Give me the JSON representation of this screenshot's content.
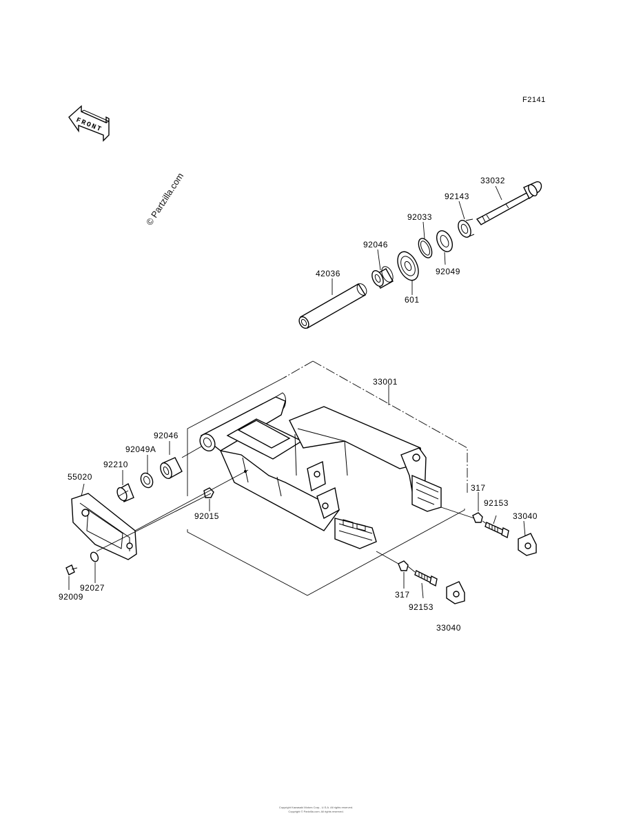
{
  "figure_code": "F2141",
  "watermark": "© Partzilla.com",
  "front_arrow_label": "FRONT",
  "parts": {
    "p33032": "33032",
    "p92143": "92143",
    "p92033": "92033",
    "p92046_top": "92046",
    "p92049": "92049",
    "p42036": "42036",
    "p601": "601",
    "p33001": "33001",
    "p92046_left": "92046",
    "p92049A": "92049A",
    "p92210": "92210",
    "p55020": "55020",
    "p92015": "92015",
    "p317_right": "317",
    "p92153_right": "92153",
    "p33040_right": "33040",
    "p92027": "92027",
    "p92009": "92009",
    "p317_bottom": "317",
    "p92153_bottom": "92153",
    "p33040_bottom": "33040"
  },
  "footer_lines": [
    "Copyright Kawasaki Motors Corp., U.S.A. All rights reserved.",
    "Copyright © Partzilla.com. All rights reserved."
  ]
}
